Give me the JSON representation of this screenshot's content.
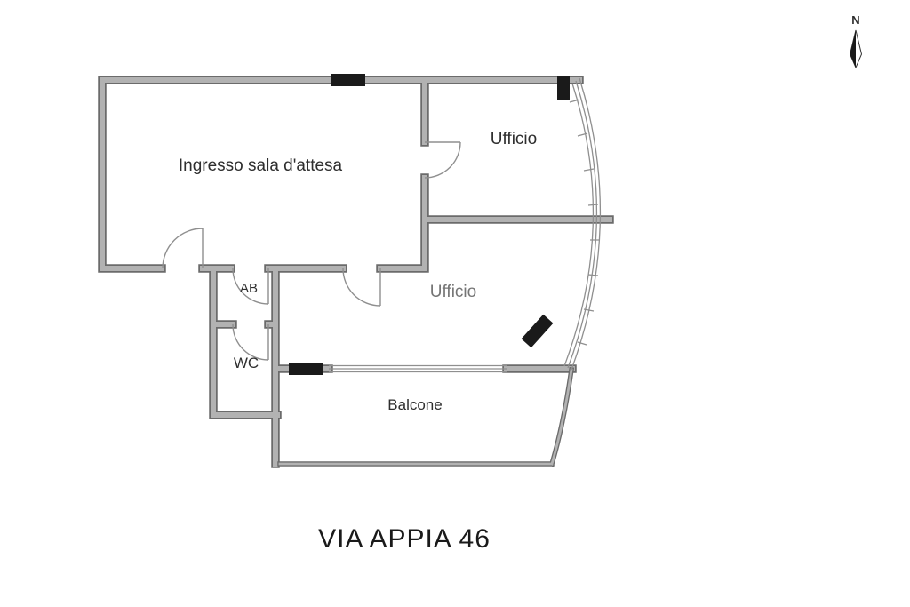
{
  "title": "VIA APPIA 46",
  "compass": {
    "label": "N"
  },
  "rooms": {
    "ingresso": {
      "label": "Ingresso sala d'attesa"
    },
    "ufficio_top": {
      "label": "Ufficio"
    },
    "ufficio_mid": {
      "label": "Ufficio"
    },
    "ab": {
      "label": "AB"
    },
    "wc": {
      "label": "WC"
    },
    "balcone": {
      "label": "Balcone"
    }
  },
  "colors": {
    "wall_edge": "#6b6b6b",
    "wall_fill": "#b2b2b2",
    "thin_line": "#8f8f8f",
    "fixture": "#1a1a1a",
    "label_dark": "#2e2e2e",
    "label_gray": "#757575",
    "title": "#1a1a1a"
  }
}
